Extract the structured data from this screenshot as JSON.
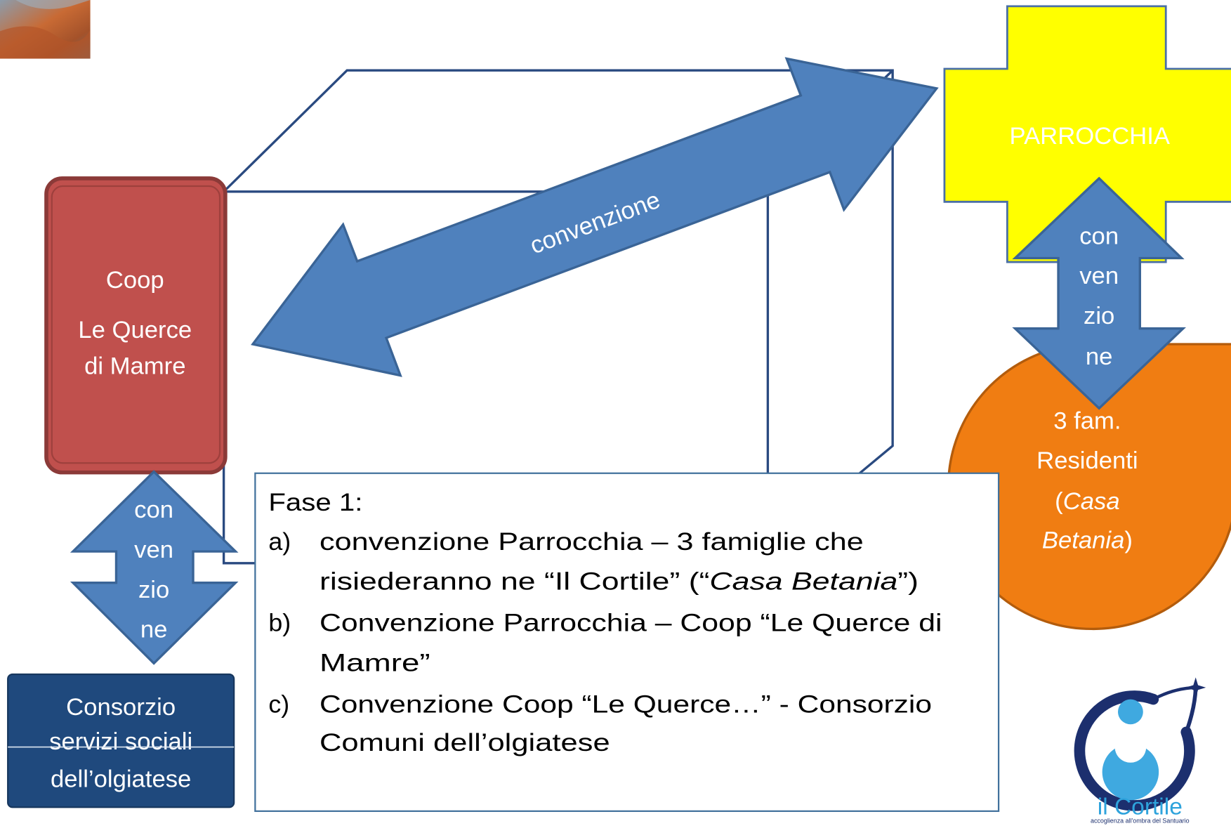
{
  "parrocchia": {
    "label": "PARROCCHIA"
  },
  "coop": {
    "lines": [
      "Coop",
      "Le Querce",
      "di Mamre"
    ]
  },
  "main_arrow": {
    "label": "convenzione"
  },
  "arrow_parrocchia_famiglie": {
    "lines": [
      "con",
      "ven",
      "zio",
      "ne"
    ]
  },
  "arrow_coop_consorzio": {
    "lines": [
      "con",
      "ven",
      "zio",
      "ne"
    ]
  },
  "famiglie": {
    "line1": "3 fam.",
    "line2": "Residenti",
    "line3_prefix": "(",
    "line3_italic": "Casa",
    "line4_italic": "Betania",
    "line4_suffix": ")"
  },
  "consorzio": {
    "lines": [
      "Consorzio",
      "servizi sociali",
      "dell’olgiatese"
    ]
  },
  "fase": {
    "title": "Fase 1:",
    "items": [
      {
        "marker": "a)",
        "line1": "convenzione Parrocchia – 3 famiglie che",
        "line2_prefix": "risiederanno ne “Il Cortile” (“",
        "line2_italic": "Casa Betania",
        "line2_suffix": "”)"
      },
      {
        "marker": "b)",
        "line1": "Convenzione Parrocchia – Coop “Le Querce di",
        "line2": "Mamre”"
      },
      {
        "marker": "c)",
        "line1": "Convenzione Coop “Le Querce…” - Consorzio",
        "line2": "Comuni dell’olgiatese"
      }
    ]
  },
  "logo": {
    "icon": "il-cortile-logo-icon",
    "name": "il Cortile",
    "tagline": "accoglienza all'ombra del Santuario"
  },
  "colors": {
    "arrow_fill": "#4f81bd",
    "coop_fill": "#c0504d",
    "cross_fill": "#ffff00",
    "parrocchia_text": "#ff0000",
    "famiglie_fill": "#f07d12",
    "consorzio_fill": "#1f497d",
    "logo_text": "#2ea3dc"
  }
}
